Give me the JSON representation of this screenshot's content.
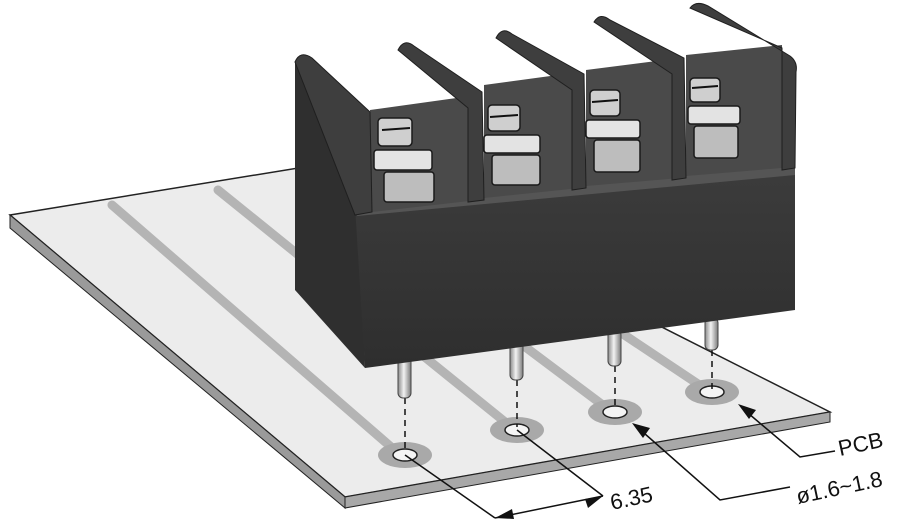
{
  "labels": {
    "pcb": "PCB",
    "hole_diameter": "ø1.6~1.8",
    "pitch": "6.35"
  },
  "colors": {
    "board": "#ececec",
    "board_edge": "#9a9a9a",
    "trace": "#b4b4b4",
    "block_dark": "#3a3a3a",
    "block_mid": "#4a4a4a",
    "metal": "#cfcfcf"
  }
}
